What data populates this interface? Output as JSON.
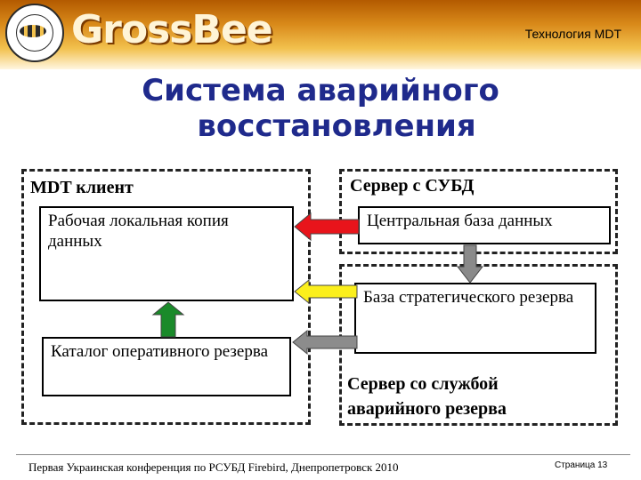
{
  "header": {
    "brand": "GrossBee",
    "technology_label": "Технология MDT"
  },
  "title": {
    "line1": "Система аварийного",
    "line2": "восстановления"
  },
  "client_group": {
    "label": "MDT клиент",
    "local_copy": "Рабочая локальная копия данных",
    "operational_catalog": "Каталог оперативного резерва"
  },
  "dbms_group": {
    "label": "Сервер с СУБД",
    "central_db": "Центральная база данных"
  },
  "recovery_group": {
    "strategic_backup": "База стратегического резерва",
    "label": "Сервер со службой аварийного резерва"
  },
  "arrow_colors": {
    "red": "#e8141b",
    "yellow": "#fbef1c",
    "gray": "#8c8c8c",
    "green": "#1a8a2a",
    "steel": "#8a8a8a"
  },
  "footer": {
    "conference": "Первая Украинская конференция по РСУБД Firebird, Днепропетровск 2010",
    "page": "Страница 13"
  }
}
